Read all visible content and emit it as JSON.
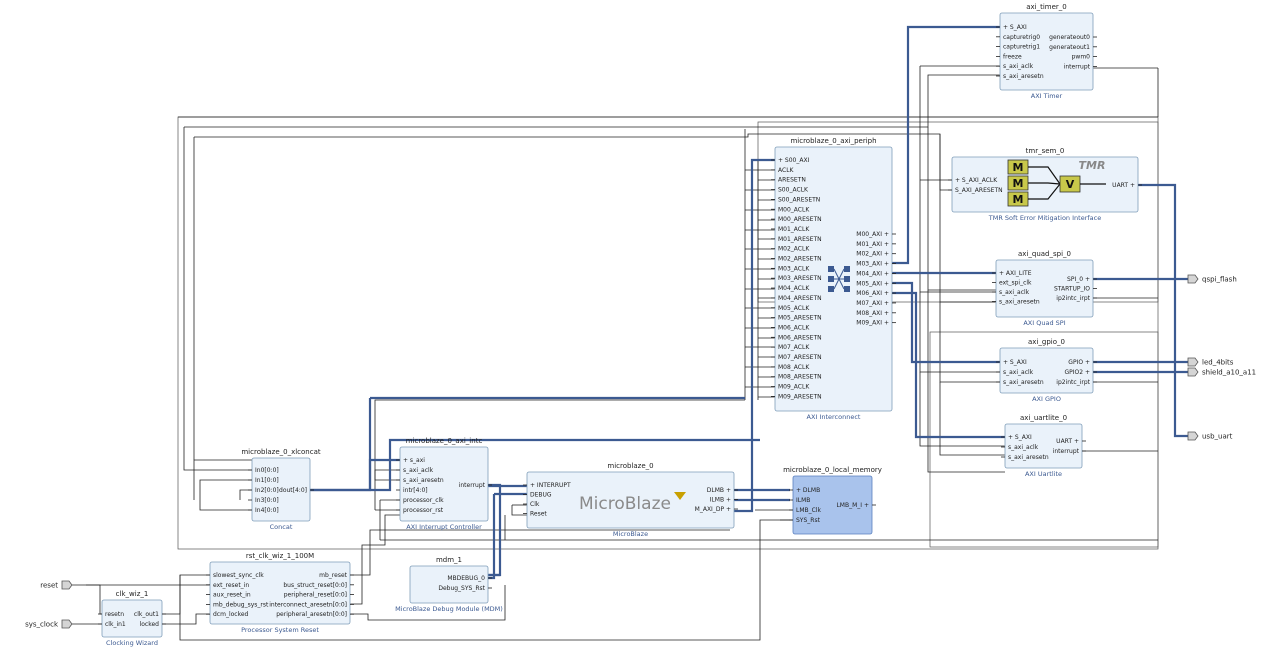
{
  "blocks": {
    "timer": {
      "title": "axi_timer_0",
      "caption": "AXI Timer",
      "left_pins": [
        "S_AXI",
        "capturetrig0",
        "capturetrig1",
        "freeze",
        "s_axi_aclk",
        "s_axi_aresetn"
      ],
      "right_pins": [
        "generateout0",
        "generateout1",
        "pwm0",
        "interrupt"
      ]
    },
    "periph": {
      "title": "microblaze_0_axi_periph",
      "caption": "AXI Interconnect",
      "left_pins": [
        "S00_AXI",
        "ACLK",
        "ARESETN",
        "S00_ACLK",
        "S00_ARESETN",
        "M00_ACLK",
        "M00_ARESETN",
        "M01_ACLK",
        "M01_ARESETN",
        "M02_ACLK",
        "M02_ARESETN",
        "M03_ACLK",
        "M03_ARESETN",
        "M04_ACLK",
        "M04_ARESETN",
        "M05_ACLK",
        "M05_ARESETN",
        "M06_ACLK",
        "M06_ARESETN",
        "M07_ACLK",
        "M07_ARESETN",
        "M08_ACLK",
        "M08_ARESETN",
        "M09_ACLK",
        "M09_ARESETN"
      ],
      "right_pins": [
        "M00_AXI",
        "M01_AXI",
        "M02_AXI",
        "M03_AXI",
        "M04_AXI",
        "M05_AXI",
        "M06_AXI",
        "M07_AXI",
        "M08_AXI",
        "M09_AXI"
      ]
    },
    "tmr": {
      "title": "tmr_sem_0",
      "caption": "TMR Soft Error Mitigation Interface",
      "logo": "TMR",
      "m": "M",
      "v": "V",
      "left_pins": [
        "S_AXI_ACLK",
        "S_AXI_ARESETN"
      ],
      "right_pins": [
        "UART"
      ]
    },
    "qspi": {
      "title": "axi_quad_spi_0",
      "caption": "AXI Quad SPI",
      "left_pins": [
        "AXI_LITE",
        "ext_spi_clk",
        "s_axi_aclk",
        "s_axi_aresetn"
      ],
      "right_pins": [
        "SPI_0",
        "STARTUP_IO",
        "ip2intc_irpt"
      ]
    },
    "gpio": {
      "title": "axi_gpio_0",
      "caption": "AXI GPIO",
      "left_pins": [
        "S_AXI",
        "s_axi_aclk",
        "s_axi_aresetn"
      ],
      "right_pins": [
        "GPIO",
        "GPIO2",
        "ip2intc_irpt"
      ]
    },
    "uart": {
      "title": "axi_uartlite_0",
      "caption": "AXI Uartlite",
      "left_pins": [
        "S_AXI",
        "s_axi_aclk",
        "s_axi_aresetn"
      ],
      "right_pins": [
        "UART",
        "interrupt"
      ]
    },
    "xlconcat": {
      "title": "microblaze_0_xlconcat",
      "caption": "Concat",
      "left_pins": [
        "In0[0:0]",
        "In1[0:0]",
        "In2[0:0]",
        "In3[0:0]",
        "In4[0:0]"
      ],
      "right_pins": [
        "dout[4:0]"
      ]
    },
    "intc": {
      "title": "microblaze_0_axi_intc",
      "caption": "AXI Interrupt Controller",
      "left_pins": [
        "s_axi",
        "s_axi_aclk",
        "s_axi_aresetn",
        "intr[4:0]",
        "processor_clk",
        "processor_rst"
      ],
      "right_pins": [
        "interrupt"
      ]
    },
    "mb": {
      "title": "microblaze_0",
      "caption": "MicroBlaze",
      "logo": "MicroBlaze",
      "left_pins": [
        "INTERRUPT",
        "DEBUG",
        "Clk",
        "Reset"
      ],
      "right_pins": [
        "DLMB",
        "ILMB",
        "M_AXI_DP"
      ]
    },
    "lmem": {
      "title": "microblaze_0_local_memory",
      "left_pins": [
        "DLMB",
        "ILMB",
        "LMB_Clk",
        "SYS_Rst"
      ],
      "right_pins": [
        "LMB_M_I"
      ]
    },
    "mdm": {
      "title": "mdm_1",
      "caption": "MicroBlaze Debug Module (MDM)",
      "right_pins": [
        "MBDEBUG_0",
        "Debug_SYS_Rst"
      ]
    },
    "rst": {
      "title": "rst_clk_wiz_1_100M",
      "caption": "Processor System Reset",
      "left_pins": [
        "slowest_sync_clk",
        "ext_reset_in",
        "aux_reset_in",
        "mb_debug_sys_rst",
        "dcm_locked"
      ],
      "right_pins": [
        "mb_reset",
        "bus_struct_reset[0:0]",
        "peripheral_reset[0:0]",
        "interconnect_aresetn[0:0]",
        "peripheral_aresetn[0:0]"
      ]
    },
    "clk": {
      "title": "clk_wiz_1",
      "caption": "Clocking Wizard",
      "left_pins": [
        "resetn",
        "clk_in1"
      ],
      "right_pins": [
        "clk_out1",
        "locked"
      ]
    }
  },
  "ports": {
    "reset": "reset",
    "sys_clock": "sys_clock",
    "qspi_flash": "qspi_flash",
    "led_4bits": "led_4bits",
    "shield_a10_a11": "shield_a10_a11",
    "usb_uart": "usb_uart"
  },
  "colors": {
    "block": "#eaf2fa",
    "selected_block": "#a9c3ec",
    "bus": "#3c5a91",
    "tmr_m": "#c8c84a"
  }
}
